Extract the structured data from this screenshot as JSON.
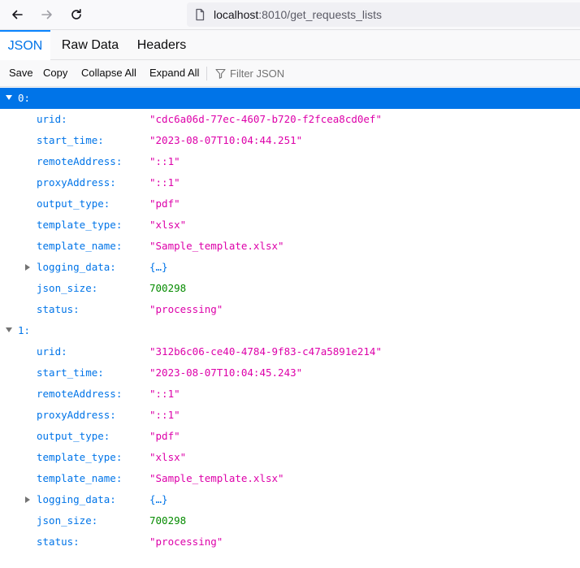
{
  "browser": {
    "url_host": "localhost",
    "url_rest": ":8010/get_requests_lists"
  },
  "tabs": [
    {
      "label": "JSON",
      "selected": true
    },
    {
      "label": "Raw Data",
      "selected": false
    },
    {
      "label": "Headers",
      "selected": false
    }
  ],
  "toolbar": {
    "save": "Save",
    "copy": "Copy",
    "collapse_all": "Collapse All",
    "expand_all": "Expand All",
    "filter_placeholder": "Filter JSON"
  },
  "colors": {
    "selected_row": "#0074e8",
    "key": "#0074e8",
    "string": "#dd00a9",
    "number": "#058b00"
  },
  "json": [
    {
      "index": "0:",
      "fields": [
        {
          "key": "urid:",
          "value": "\"cdc6a06d-77ec-4607-b720-f2fcea8cd0ef\"",
          "type": "string"
        },
        {
          "key": "start_time:",
          "value": "\"2023-08-07T10:04:44.251\"",
          "type": "string"
        },
        {
          "key": "remoteAddress:",
          "value": "\"::1\"",
          "type": "string"
        },
        {
          "key": "proxyAddress:",
          "value": "\"::1\"",
          "type": "string"
        },
        {
          "key": "output_type:",
          "value": "\"pdf\"",
          "type": "string"
        },
        {
          "key": "template_type:",
          "value": "\"xlsx\"",
          "type": "string"
        },
        {
          "key": "template_name:",
          "value": "\"Sample_template.xlsx\"",
          "type": "string"
        },
        {
          "key": "logging_data:",
          "value": "{…}",
          "type": "object"
        },
        {
          "key": "json_size:",
          "value": "700298",
          "type": "number"
        },
        {
          "key": "status:",
          "value": "\"processing\"",
          "type": "string"
        }
      ]
    },
    {
      "index": "1:",
      "fields": [
        {
          "key": "urid:",
          "value": "\"312b6c06-ce40-4784-9f83-c47a5891e214\"",
          "type": "string"
        },
        {
          "key": "start_time:",
          "value": "\"2023-08-07T10:04:45.243\"",
          "type": "string"
        },
        {
          "key": "remoteAddress:",
          "value": "\"::1\"",
          "type": "string"
        },
        {
          "key": "proxyAddress:",
          "value": "\"::1\"",
          "type": "string"
        },
        {
          "key": "output_type:",
          "value": "\"pdf\"",
          "type": "string"
        },
        {
          "key": "template_type:",
          "value": "\"xlsx\"",
          "type": "string"
        },
        {
          "key": "template_name:",
          "value": "\"Sample_template.xlsx\"",
          "type": "string"
        },
        {
          "key": "logging_data:",
          "value": "{…}",
          "type": "object"
        },
        {
          "key": "json_size:",
          "value": "700298",
          "type": "number"
        },
        {
          "key": "status:",
          "value": "\"processing\"",
          "type": "string"
        }
      ]
    }
  ]
}
